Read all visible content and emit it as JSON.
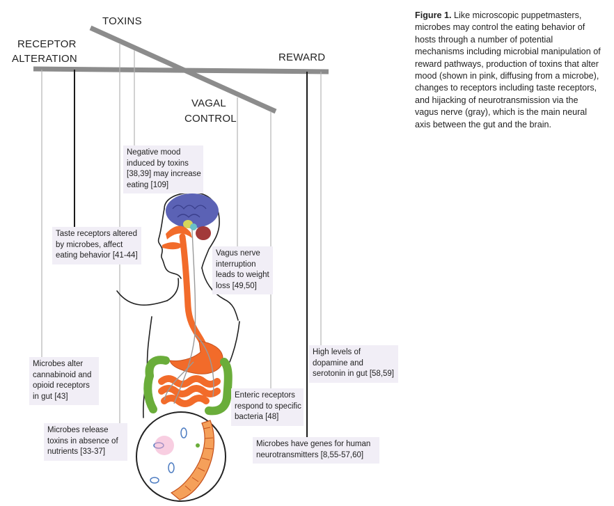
{
  "controls": {
    "toxins": "TOXINS",
    "receptor_alteration_line1": "RECEPTOR",
    "receptor_alteration_line2": "ALTERATION",
    "reward": "REWARD",
    "vagal_control_line1": "VAGAL",
    "vagal_control_line2": "CONTROL"
  },
  "annotations": {
    "negative_mood": [
      "Negative mood",
      "induced by toxins",
      "[38,39] may increase",
      "eating [109]"
    ],
    "taste_receptors": [
      "Taste receptors altered",
      "by microbes, affect",
      "eating behavior [41-44]"
    ],
    "vagus_nerve": [
      "Vagus nerve",
      "interruption",
      "leads to weight",
      "loss [49,50]"
    ],
    "cannabinoid": [
      "Microbes alter",
      "cannabinoid and",
      "opioid receptors",
      "in gut [43]"
    ],
    "dopamine": [
      "High levels of",
      "dopamine and",
      "serotonin in gut [58,59]"
    ],
    "enteric": [
      "Enteric receptors",
      "respond to specific",
      "bacteria [48]"
    ],
    "toxins_release": [
      "Microbes release",
      "toxins in absence of",
      "nutrients [33-37]"
    ],
    "genes": [
      "Microbes have genes for human",
      "neurotransmitters [8,55-57,60]"
    ]
  },
  "caption": {
    "label": "Figure 1.",
    "text": "Like microscopic puppetmasters, microbes may control the eating behavior of hosts through a number of potential mechanisms including microbial manipulation of reward pathways, production of toxins that alter mood (shown in pink, diffusing from a microbe), changes to receptors including taste receptors, and hijacking of neurotransmission via the vagus nerve (gray), which is the main neural axis between the gut and the brain."
  },
  "colors": {
    "bar": "#8c8c8c",
    "string": "#b5b5b5",
    "string_dark": "#1a1a1a",
    "box_bg": "#f1eef6",
    "digestive": "#f26b2a",
    "colon": "#6aad3a",
    "brain": "#5b62b5",
    "pink_toxin": "#f3a6c8"
  }
}
